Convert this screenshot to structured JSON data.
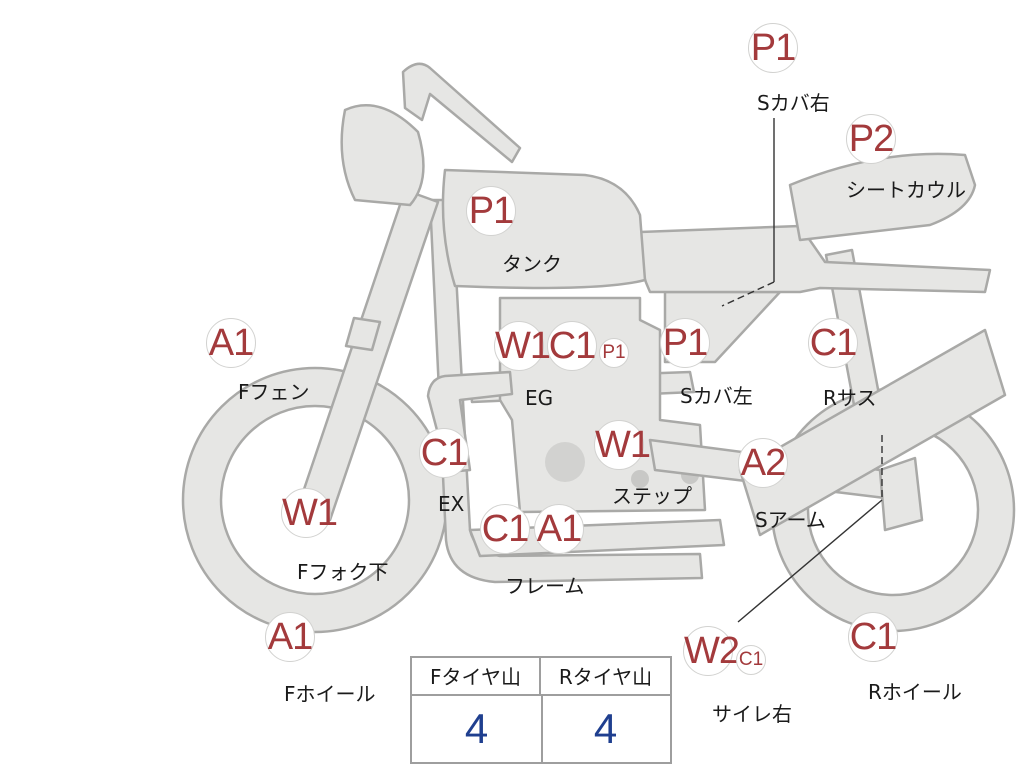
{
  "parts": [
    {
      "id": "tank",
      "label": "タンク",
      "grades": [
        "P1"
      ]
    },
    {
      "id": "side-cover-right",
      "label": "Sカバ右",
      "grades": [
        "P1"
      ]
    },
    {
      "id": "seat-cowl",
      "label": "シートカウル",
      "grades": [
        "P2"
      ]
    },
    {
      "id": "front-fender",
      "label": "Fフェン",
      "grades": [
        "A1"
      ]
    },
    {
      "id": "engine",
      "label": "EG",
      "grades": [
        "W1",
        "C1",
        "P1"
      ]
    },
    {
      "id": "side-cover-left",
      "label": "Sカバ左",
      "grades": [
        "P1"
      ]
    },
    {
      "id": "rear-suspension",
      "label": "Rサス",
      "grades": [
        "C1"
      ]
    },
    {
      "id": "exhaust",
      "label": "EX",
      "grades": [
        "C1"
      ]
    },
    {
      "id": "step",
      "label": "ステップ",
      "grades": [
        "W1"
      ]
    },
    {
      "id": "swing-arm",
      "label": "Sアーム",
      "grades": [
        "A2"
      ]
    },
    {
      "id": "front-fork-lower",
      "label": "Fフォク下",
      "grades": [
        "W1"
      ]
    },
    {
      "id": "frame",
      "label": "フレーム",
      "grades": [
        "C1",
        "A1"
      ]
    },
    {
      "id": "front-wheel",
      "label": "Fホイール",
      "grades": [
        "A1"
      ]
    },
    {
      "id": "muffler-right",
      "label": "サイレ右",
      "grades": [
        "W2",
        "C1"
      ]
    },
    {
      "id": "rear-wheel",
      "label": "Rホイール",
      "grades": [
        "C1"
      ]
    }
  ],
  "tread_table": {
    "front_header": "Fタイヤ山",
    "rear_header": "Rタイヤ山",
    "front_value": "4",
    "rear_value": "4"
  }
}
